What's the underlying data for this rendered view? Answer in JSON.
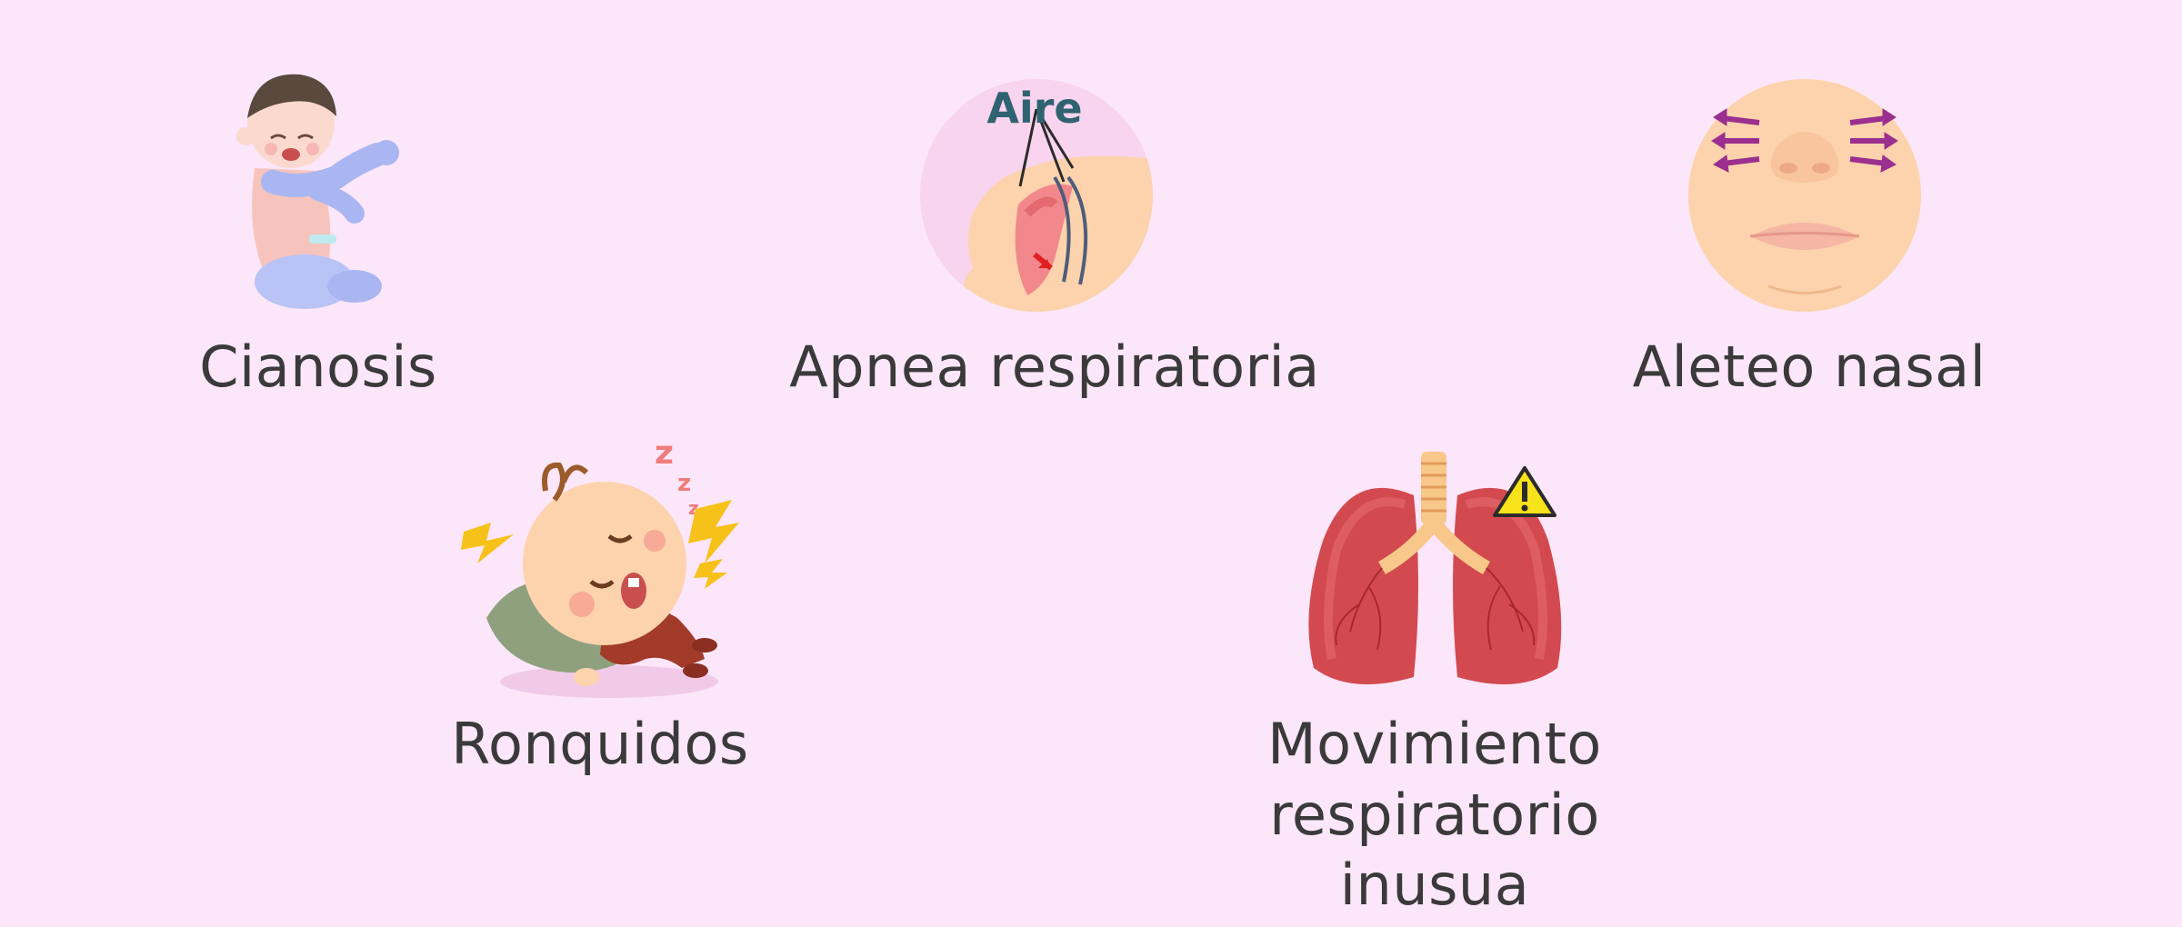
{
  "colors": {
    "background": "#fce6f9",
    "text": "#3a3a3a",
    "lung": "#d24a4f",
    "warning": "#f7e21b",
    "arrow_purple": "#9b2f8f",
    "skin": "#fcd3ac"
  },
  "items": [
    {
      "id": "cianosis",
      "label": "Cianosis",
      "icon": "bluish-baby-icon"
    },
    {
      "id": "apnea",
      "label": "Apnea respiratoria",
      "icon": "airway-profile-icon",
      "inset_label": "Aire"
    },
    {
      "id": "aleteo",
      "label": "Aleteo nasal",
      "icon": "nostril-flaring-face-icon"
    },
    {
      "id": "ronquidos",
      "label": "Ronquidos",
      "icon": "snoring-baby-icon"
    },
    {
      "id": "movimiento",
      "label_line1": "Movimiento",
      "label_line2": "respiratorio inusua",
      "icon": "lungs-warning-icon"
    }
  ]
}
